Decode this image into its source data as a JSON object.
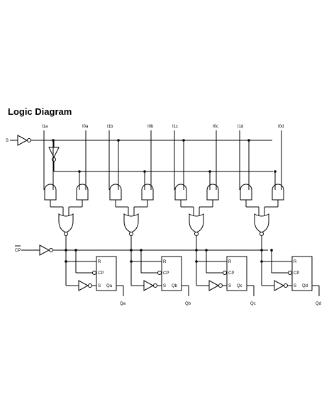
{
  "title": "Logic Diagram",
  "inputs": {
    "select": "S",
    "clock": "CP"
  },
  "channels": [
    {
      "i1": "I1a",
      "i0": "I0a",
      "q": "Qa"
    },
    {
      "i1": "I1b",
      "i0": "I0b",
      "q": "Qb"
    },
    {
      "i1": "I1c",
      "i0": "I0c",
      "q": "Qc"
    },
    {
      "i1": "I1d",
      "i0": "I0d",
      "q": "Qd"
    }
  ],
  "flipflop_pins": {
    "reset": "R",
    "clock": "CP",
    "set": "S"
  },
  "colors": {
    "ink": "#000000",
    "paper": "#ffffff"
  }
}
